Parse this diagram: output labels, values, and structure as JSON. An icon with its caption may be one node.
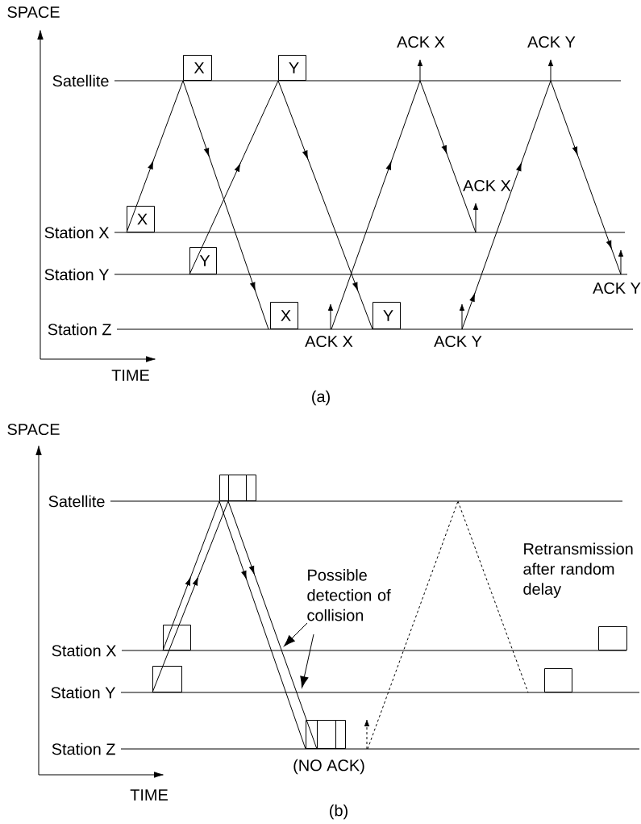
{
  "diagram": {
    "nodes": [
      {
        "text": [
          "X"
        ]
      },
      {
        "text": [
          "Y"
        ]
      },
      {
        "text": [
          "X"
        ]
      },
      {
        "text": [
          "Y"
        ]
      },
      {
        "text": [
          "X"
        ]
      },
      {
        "text": [
          "Y"
        ]
      },
      {
        "text": [
          "Possible detection of collision"
        ]
      },
      {
        "text": [],
        "shape": "box"
      },
      {
        "text": [],
        "shape": "box"
      },
      {
        "text": [],
        "shape": "box"
      },
      {
        "text": [],
        "shape": "box"
      },
      {
        "text": [],
        "shape": "box"
      },
      {
        "text": [],
        "shape": "box"
      },
      {
        "text": [],
        "shape": "box"
      },
      {
        "text": [],
        "shape": "box"
      },
      {
        "text": [],
        "shape": "box"
      },
      {
        "text": [],
        "shape": "box"
      }
    ],
    "edges": [
      {
        "from": 6,
        "to": null,
        "arrow": "to"
      },
      {
        "from": 6,
        "to": null,
        "arrow": "to"
      }
    ],
    "labels": [
      "SPACE",
      "ACK X",
      "ACK Y",
      "Satellite",
      "ACK X",
      "Station X",
      "Station Y",
      "ACK Y",
      "Station Z",
      "ACK X",
      "ACK Y",
      "TIME",
      "(a)",
      "SPACE",
      "Satellite",
      "Retransmission after random delay",
      "Station X",
      "Station Y",
      "Station Z",
      "(NO ACK)",
      "TIME",
      "(b)"
    ]
  }
}
